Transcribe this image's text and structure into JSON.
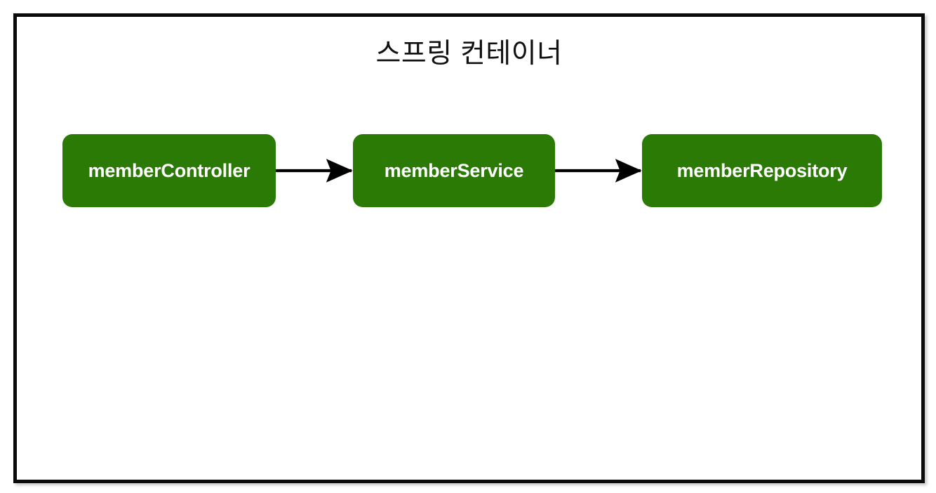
{
  "diagram": {
    "title": "스프링 컨테이너",
    "background_color": "#ffffff",
    "frame_color": "#0b0b0b",
    "node_color": "#2c7a06",
    "node_text_color": "#ffffff",
    "arrow_color": "#000000",
    "nodes": [
      {
        "id": "memberController",
        "label": "memberController"
      },
      {
        "id": "memberService",
        "label": "memberService"
      },
      {
        "id": "memberRepository",
        "label": "memberRepository"
      }
    ],
    "edges": [
      {
        "from": "memberController",
        "to": "memberService",
        "style": "solid-arrow"
      },
      {
        "from": "memberService",
        "to": "memberRepository",
        "style": "solid-arrow"
      }
    ]
  }
}
